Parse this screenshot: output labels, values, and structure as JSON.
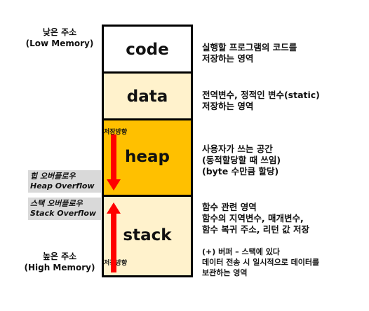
{
  "memory_ends": {
    "low": {
      "line1": "낮은 주소",
      "line2": "(Low Memory)"
    },
    "high": {
      "line1": "높은 주소",
      "line2": "(High Memory)"
    }
  },
  "segments": [
    {
      "name": "code",
      "color": "#ffffff",
      "desc": [
        "실행할 프로그램의 코드를",
        "저장하는 영역"
      ]
    },
    {
      "name": "data",
      "color": "#fff2cc",
      "desc": [
        "전역변수, 정적인 변수(static)",
        "저장하는 영역"
      ]
    },
    {
      "name": "heap",
      "color": "#ffc000",
      "desc": [
        "사용자가 쓰는 공간",
        "(동적할당할 때 쓰임)",
        "(byte 수만큼 할당)"
      ]
    },
    {
      "name": "stack",
      "color": "#fff2cc",
      "desc": [
        "함수 관련 영역",
        "함수의 지역변수, 매개변수,",
        "함수 복귀 주소, 리턴 값 저장"
      ],
      "extra": [
        "(+) 버퍼 – 스택에 있다",
        "데이터 전송 시 일시적으로 데이터를",
        "보관하는 영역"
      ]
    }
  ],
  "direction_label": "저장방향",
  "overflow": {
    "heap": {
      "line1": "힙 오버플로우",
      "line2": "Heap Overflow"
    },
    "stack": {
      "line1": "스택 오버플로우",
      "line2": "Stack Overflow"
    }
  },
  "colors": {
    "arrow": "#ff0000",
    "tag_bg": "#d9d9d9"
  }
}
